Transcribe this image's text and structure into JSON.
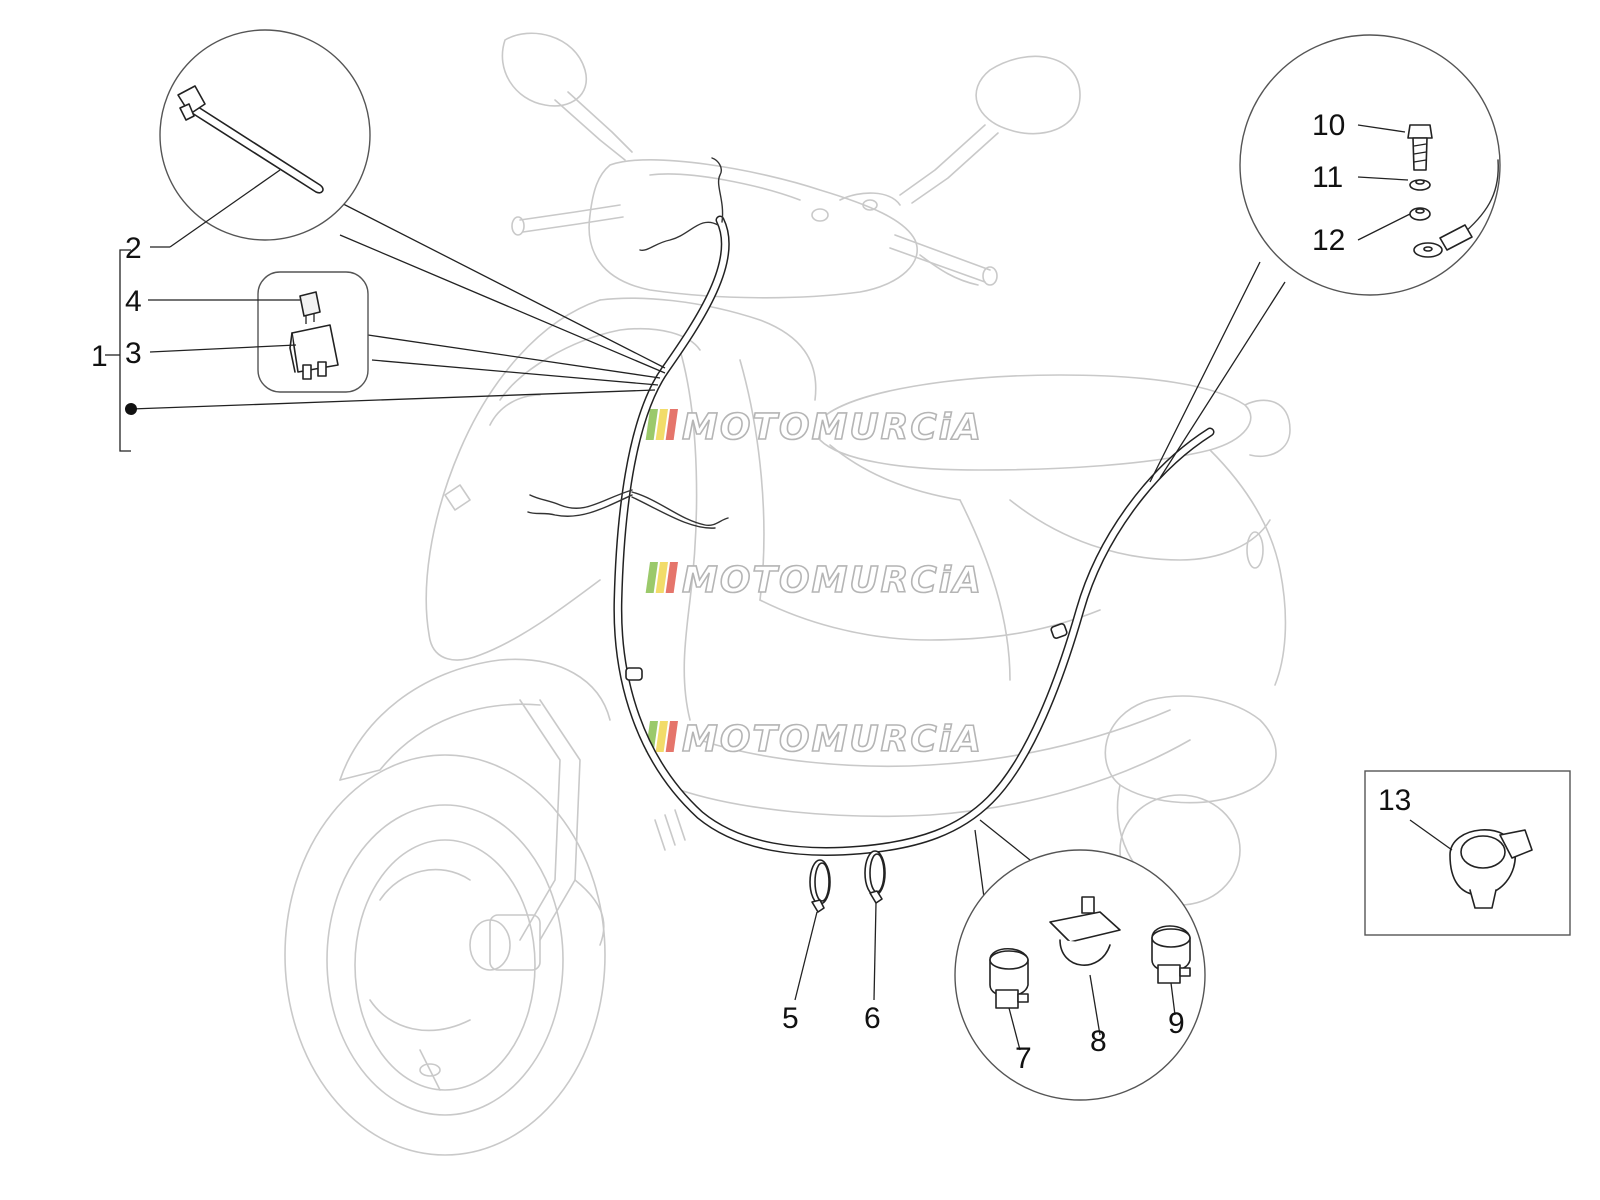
{
  "callouts": {
    "c1": "1",
    "c2": "2",
    "c3": "3",
    "c4": "4",
    "c5": "5",
    "c6": "6",
    "c7": "7",
    "c8": "8",
    "c9": "9",
    "c10": "10",
    "c11": "11",
    "c12": "12",
    "c13": "13"
  },
  "watermark": "MOTOMURCiA",
  "colors": {
    "stripe_green": "#9bc96b",
    "stripe_yellow": "#f2dc6a",
    "stripe_red": "#e5756b"
  }
}
